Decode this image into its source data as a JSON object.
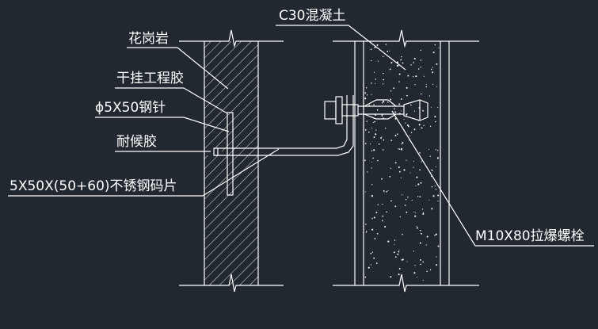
{
  "labels": {
    "concrete": "C30混凝土",
    "granite": "花岗岩",
    "dry_hang_glue": "干挂工程胶",
    "steel_pin": "ϕ5X50钢针",
    "weather_sealant": "耐候胶",
    "clip": "5X50X(50+60)不锈钢码片",
    "anchor_bolt": "M10X80拉爆螺栓"
  },
  "colors": {
    "background": "#212830",
    "line": "#ffffff"
  }
}
